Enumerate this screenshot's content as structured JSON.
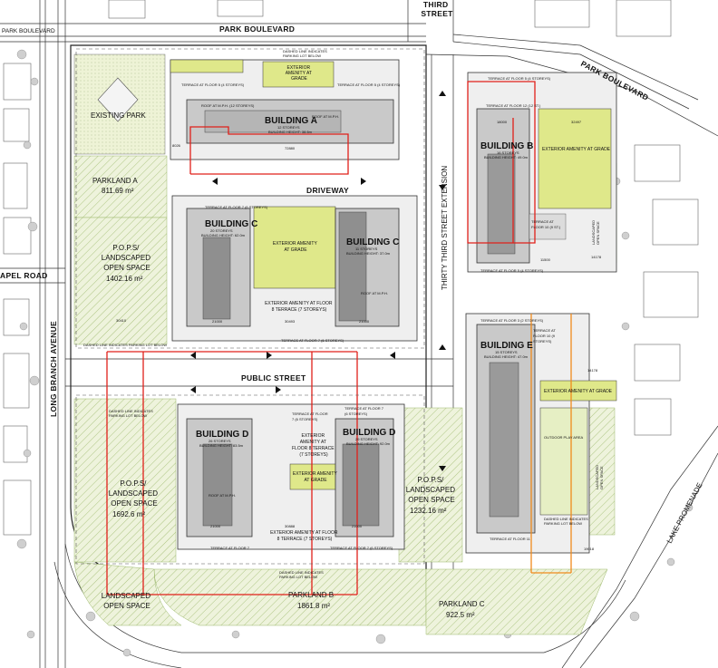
{
  "streets": {
    "park_boulevard_top": "PARK BOULEVARD",
    "park_boulevard_left": "PARK BOULEVARD",
    "park_boulevard_right": "PARK BOULEVARD",
    "third_street": "THIRD\nSTREET",
    "chapel_road": "APEL ROAD",
    "long_branch_avenue": "LONG BRANCH AVENUE",
    "thirty_third_extension": "THIRTY THIRD STREET EXTENSION",
    "public_street": "PUBLIC STREET",
    "driveway": "DRIVEWAY",
    "lake_promenade": "LAKE PROMENADE"
  },
  "buildings": [
    {
      "key": "a",
      "name": "BUILDING A",
      "storeys": "12 STOREYS",
      "height": "BUILDING HEIGHT: 38.5m"
    },
    {
      "key": "b",
      "name": "BUILDING B",
      "storeys": "16 STOREYS",
      "height": "BUILDING HEIGHT: 49.0m"
    },
    {
      "key": "c1",
      "name": "BUILDING C",
      "storeys": "20 STOREYS",
      "height": "BUILDING HEIGHT: 62.0m"
    },
    {
      "key": "c2",
      "name": "BUILDING C",
      "storeys": "11 STOREYS",
      "height": "BUILDING HEIGHT: 37.0m"
    },
    {
      "key": "d1",
      "name": "BUILDING D",
      "storeys": "26 STOREYS",
      "height": "BUILDING HEIGHT: 83.5m"
    },
    {
      "key": "d2",
      "name": "BUILDING D",
      "storeys": "29 STOREYS",
      "height": "BUILDING HEIGHT: 92.0m"
    },
    {
      "key": "e",
      "name": "BUILDING E",
      "storeys": "15 STOREYS",
      "height": "BUILDING HEIGHT: 47.0m"
    }
  ],
  "open_spaces": {
    "existing_park": "EXISTING PARK",
    "parkland_a": {
      "name": "PARKLAND A",
      "area": "811.69 m²"
    },
    "pops_1": {
      "name": "P.O.P.S/\nLANDSCAPED\nOPEN SPACE",
      "area": "1402.16 m²"
    },
    "pops_2": {
      "name": "P.O.P.S/\nLANDSCAPED\nOPEN SPACE",
      "area": "1692.6 m²"
    },
    "pops_3": {
      "name": "P.O.P.S/\nLANDSCAPED\nOPEN SPACE",
      "area": "1232.16 m²"
    },
    "landscaped_open_space": "LANDSCAPED\nOPEN SPACE",
    "parkland_b": {
      "name": "PARKLAND B",
      "area": "1861.8 m²"
    },
    "parkland_c": {
      "name": "PARKLAND C",
      "area": "922.5 m²"
    }
  },
  "amenities": {
    "amen_a": "EXTERIOR\nAMENITY AT\nGRADE",
    "amen_b": "EXTERIOR AMENITY AT GRADE",
    "amen_c": "EXTERIOR AMENITY\nAT GRADE",
    "amen_c_terrace": "EXTERIOR AMENITY AT FLOOR\n8 TERRACE (7 STOREYS)",
    "amen_d_mid": "EXTERIOR\nAMENITY AT\nFLOOR 8 TERRACE\n(7 STOREYS)",
    "amen_d_grade": "EXTERIOR AMENITY\nAT GRADE",
    "amen_d_terrace": "EXTERIOR AMENITY AT FLOOR\n8 TERRACE (7 STOREYS)",
    "amen_e": "EXTERIOR AMENITY AT GRADE",
    "outdoor_play": "OUTDOOR PLAY AREA",
    "landscaped_os_e": "LANDSCAPED\nOPEN SPACE",
    "landscaped_os_b": "LANDSCAPED\nOPEN SPACE"
  },
  "terraces": {
    "a_floor5": "TERRACE AT FLOOR 5 (4 STOREYS)",
    "a_floor5_r": "TERRACE AT FLOOR 5 (4 STOREYS)",
    "a_roof": "ROOF AT M.P.H. (12 STOREYS)",
    "b_floor5": "TERRACE AT FLOOR 5 (4 STOREYS)",
    "b_floor12": "TERRACE AT FLOOR 12 (12 ST.)",
    "b_floor10": "TERRACE AT\nFLOOR 10 (9 ST.)",
    "b_floor5_low": "TERRACE AT FLOOR 5 (4 STOREYS)",
    "c_floor7": "TERRACE AT FLOOR 7 (6 STOREYS)",
    "c_floor7b": "TERRACE AT FLOOR 7 (6 STOREYS)",
    "e_floor3": "TERRACE AT FLOOR 3 (2 STOREYS)",
    "e_floor10": "TERRACE AT\nFLOOR 10 (9\nSTOREYS)",
    "e_floor11": "TERRACE AT FLOOR 11",
    "d_floor7_l": "TERRACE AT FLOOR 7",
    "d_floor7_r": "TERRACE AT FLOOR 7 (6 STOREYS)",
    "d_floor7_top": "TERRACE AT FLOOR\n7 (6 STOREYS)",
    "d_floor7_top2": "TERRACE AT FLOOR 7\n(6 STOREYS)"
  },
  "notes": {
    "parking_below_1": "DASHED LINE INDICATES PARKING LOT BELOW",
    "parking_below_2": "DASHED LINE INDICATES\nPARKING LOT BELOW",
    "parking_below_3": "DASHED LINE INDICATES\nPARKING LOT BELOW",
    "parking_below_4": "DASHED LINE INDICATES\nPARKING LOT BELOW",
    "parking_below_5": "DASHED LINE INDICATES\nPARKING LOT BELOW",
    "roof_mph": "ROOF AT M.P.H."
  },
  "dims": {
    "a_w": "72880",
    "a_h": "8026",
    "b_w": "18000",
    "b_d": "32497",
    "b_low": "11500",
    "b_side": "14178",
    "c_w1": "21000",
    "c_w2": "30493",
    "c_w3": "21000",
    "c_left": "30410",
    "d_w1": "21000",
    "d_w2": "30888",
    "d_w3": "21000",
    "e_w": "19018",
    "e_side": "14178"
  }
}
